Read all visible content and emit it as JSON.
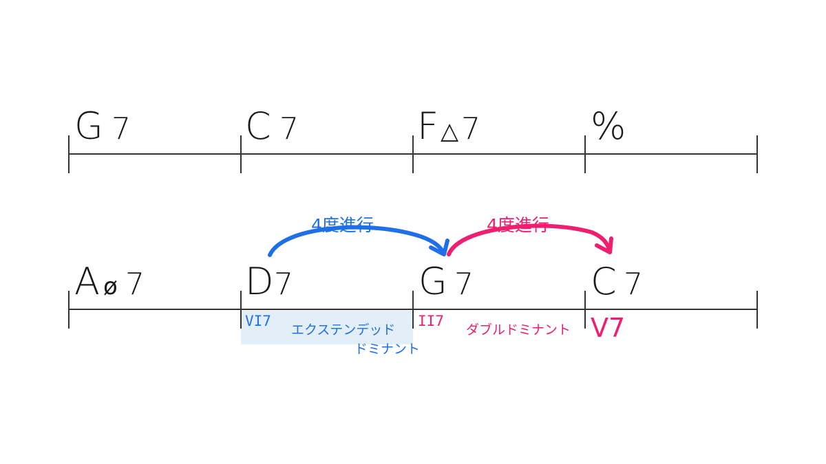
{
  "colors": {
    "blue": "#1f6fe8",
    "pink": "#ee1f6e",
    "highlight": "#e3eff8",
    "line": "#333333",
    "text": "#1a1a1a"
  },
  "row1": {
    "chords": [
      {
        "root": "G",
        "quality": "7"
      },
      {
        "root": "C",
        "quality": "7"
      },
      {
        "root": "F",
        "symbol": "△",
        "quality": "7"
      },
      {
        "root": "%"
      }
    ]
  },
  "row2": {
    "chords": [
      {
        "root": "A",
        "symbol": "ø",
        "quality": "7"
      },
      {
        "root": "D",
        "quality": "7"
      },
      {
        "root": "G",
        "quality": "7"
      },
      {
        "root": "C",
        "quality": "7"
      }
    ],
    "analysis": {
      "d7": {
        "roman": "VI7",
        "line1": "エクステンデッド",
        "line2": "ドミナント"
      },
      "g7": {
        "roman": "II7",
        "label": "ダブルドミナント"
      },
      "c7": {
        "roman": "V7"
      }
    },
    "arrows": [
      {
        "label": "4度進行",
        "color": "blue",
        "from": "D7",
        "to": "G7"
      },
      {
        "label": "4度進行",
        "color": "pink",
        "from": "G7",
        "to": "C7"
      }
    ]
  }
}
